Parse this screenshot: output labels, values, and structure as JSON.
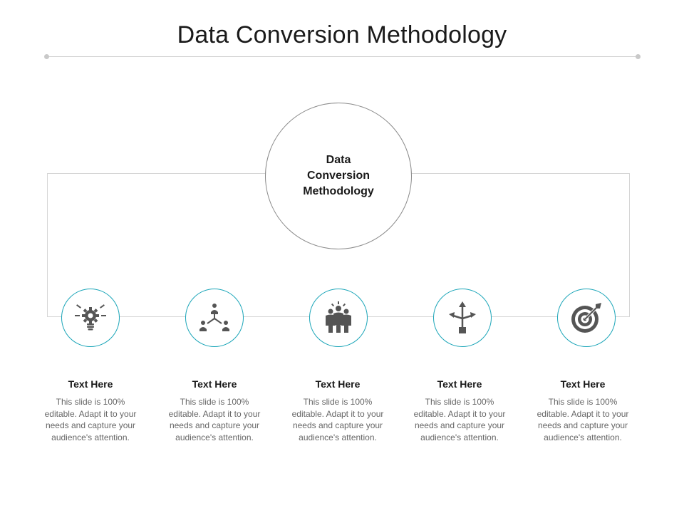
{
  "title": "Data Conversion Methodology",
  "hub": {
    "label": "Data\nConversion\nMethodology"
  },
  "colors": {
    "node_ring": "#1aa5b8",
    "icon": "#555555",
    "hub_ring": "#8a8a8a",
    "frame": "#d6d6d6"
  },
  "items": [
    {
      "icon": "lightbulb-gear-icon",
      "title": "Text Here",
      "text": "This slide is 100% editable. Adapt it to your needs and capture your audience's attention."
    },
    {
      "icon": "network-people-icon",
      "title": "Text Here",
      "text": "This slide is 100% editable. Adapt it to your needs and capture your audience's attention."
    },
    {
      "icon": "team-idea-icon",
      "title": "Text Here",
      "text": "This slide is 100% editable. Adapt it to your needs and capture your audience's attention."
    },
    {
      "icon": "split-arrows-icon",
      "title": "Text Here",
      "text": "This slide is 100% editable. Adapt it to your needs and capture your audience's attention."
    },
    {
      "icon": "target-arrow-icon",
      "title": "Text Here",
      "text": "This slide is 100% editable. Adapt it to your needs and capture your audience's attention."
    }
  ]
}
